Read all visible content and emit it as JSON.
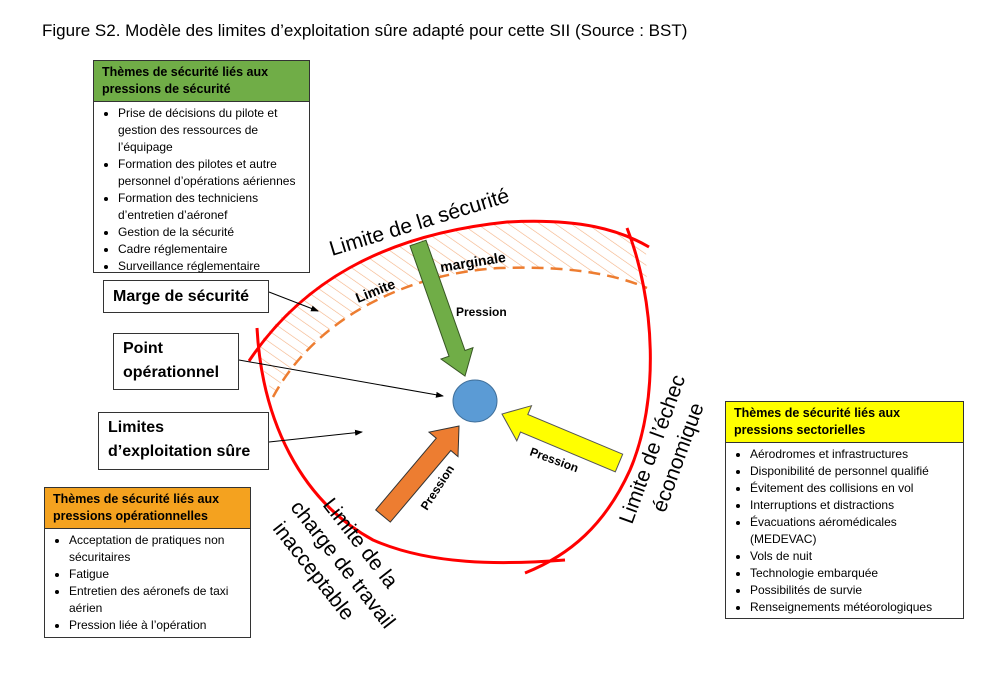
{
  "figure_title": "Figure S2. Modèle des limites d’exploitation sûre adapté pour cette SII (Source : BST)",
  "colors": {
    "safety": "#70ad47",
    "operational": "#f4a21f",
    "sector": "#ffff00",
    "boundary": "#ff0000",
    "margin": "#ed7d31",
    "point": "#5b9bd5",
    "orange_arrow": "#ed7d31"
  },
  "safety_box": {
    "title": "Thèmes de sécurité liés aux pressions de sécurité",
    "items": [
      "Prise de décisions du pilote et gestion des ressources de l’équipage",
      "Formation des pilotes et autre personnel d’opérations aériennes",
      "Formation des techniciens d’entretien d’aéronef",
      "Gestion de la sécurité",
      "Cadre réglementaire",
      "Surveillance réglementaire"
    ]
  },
  "operational_box": {
    "title": "Thèmes de sécurité liés aux pressions opérationnelles",
    "items": [
      "Acceptation de pratiques non sécuritaires",
      "Fatigue",
      "Entretien des aéronefs de taxi aérien",
      "Pression liée à l’opération"
    ]
  },
  "sector_box": {
    "title": "Thèmes de sécurité liés aux pressions sectorielles",
    "items": [
      "Aérodromes et infrastructures",
      "Disponibilité de personnel qualifié",
      "Évitement des collisions en vol",
      "Interruptions et distractions",
      "Évacuations aéromédicales (MEDEVAC)",
      "Vols de nuit",
      "Technologie embarquée",
      "Possibilités de survie",
      "Renseignements météorologiques"
    ]
  },
  "callouts": {
    "margin": "Marge de sécurité",
    "point_line1": "Point",
    "point_line2": "opérationnel",
    "limits_line1": "Limites",
    "limits_line2": "d’exploitation sûre"
  },
  "labels": {
    "safety_limit": "Limite de la sécurité",
    "marginal_1": "Limite",
    "marginal_2": "marginale",
    "economic_1": "Limite de l’échec",
    "economic_2": "économique",
    "workload_1": "Limite de la",
    "workload_2": "charge de travail",
    "workload_3": "inacceptable",
    "pressure_safety": "Pression",
    "pressure_sector": "Pression",
    "pressure_operational": "Pression"
  }
}
